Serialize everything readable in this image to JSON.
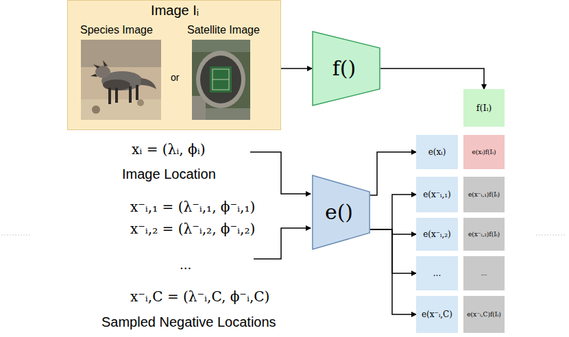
{
  "diagram": {
    "nodes": [
      {
        "text": [
          "Image Iᵢ",
          "Species Image",
          "Satellite Image",
          "or"
        ]
      },
      {
        "text": [
          "f()"
        ]
      },
      {
        "text": [
          "f(Iᵢ)"
        ]
      },
      {
        "text": [
          "e()"
        ]
      },
      {
        "text": [
          "e(xᵢ)"
        ]
      },
      {
        "text": [
          "e(x⁻ᵢ,₁)"
        ]
      },
      {
        "text": [
          "e(x⁻ᵢ,₂)"
        ]
      },
      {
        "text": [
          "..."
        ]
      },
      {
        "text": [
          "e(x⁻ᵢ,C)"
        ]
      },
      {
        "text": [
          "e(xᵢ)f(Iᵢ)"
        ]
      },
      {
        "text": [
          "e(x⁻ᵢ,₁)f(Iᵢ)"
        ]
      },
      {
        "text": [
          "e(x⁻ᵢ,₂)f(Iᵢ)"
        ]
      },
      {
        "text": [
          "..."
        ]
      },
      {
        "text": [
          "e(x⁻ᵢ,C)f(Iᵢ)"
        ]
      }
    ],
    "edges": [
      {
        "from": 0,
        "to": 1,
        "arrow": "to"
      },
      {
        "from": 1,
        "to": 2,
        "arrow": "to"
      },
      {
        "from": 3,
        "to": 4,
        "arrow": "to"
      },
      {
        "from": 3,
        "to": 5,
        "arrow": "to"
      },
      {
        "from": 3,
        "to": 6,
        "arrow": "to"
      },
      {
        "from": 3,
        "to": 7,
        "arrow": "to"
      },
      {
        "from": 3,
        "to": 8,
        "arrow": "to"
      }
    ],
    "labels": [
      "xᵢ = (λᵢ, ϕᵢ)",
      "Image Location",
      "x⁻ᵢ,₁ = (λ⁻ᵢ,₁, ϕ⁻ᵢ,₁)",
      "x⁻ᵢ,₂ = (λ⁻ᵢ,₂, ϕ⁻ᵢ,₂)",
      "...",
      "x⁻ᵢ,C = (λ⁻ᵢ,C, ϕ⁻ᵢ,C)",
      "Sampled Negative Locations"
    ]
  }
}
